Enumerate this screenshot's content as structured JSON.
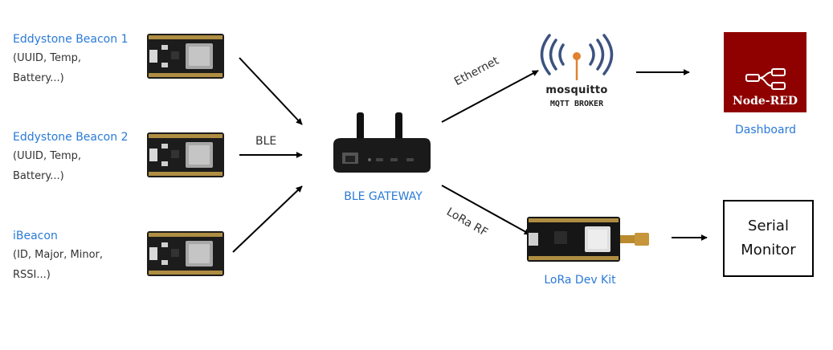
{
  "beacons": [
    {
      "title": "Eddystone Beacon 1",
      "lines": [
        "(UUID, Temp,",
        "Battery...)"
      ]
    },
    {
      "title": "Eddystone Beacon 2",
      "lines": [
        "(UUID, Temp,",
        "Battery...)"
      ]
    },
    {
      "title": "iBeacon",
      "lines": [
        "(ID, Major, Minor,",
        "RSSI...)"
      ]
    }
  ],
  "edges": {
    "ble": "BLE",
    "ethernet": "Ethernet",
    "lora": "LoRa RF"
  },
  "gateway": {
    "label": "BLE GATEWAY"
  },
  "mosquitto": {
    "name": "mosquitto",
    "subtitle": "MQTT BROKER"
  },
  "nodered": {
    "name": "Node-RED",
    "label": "Dashboard"
  },
  "lora_kit": {
    "label": "LoRa Dev Kit"
  },
  "serial_monitor": {
    "line1": "Serial",
    "line2": "Monitor"
  },
  "colors": {
    "label_blue": "#2a7ad6",
    "nodered_red": "#8f0000",
    "mosquitto_blue": "#3c5280",
    "mosquitto_orange": "#e0822f"
  }
}
